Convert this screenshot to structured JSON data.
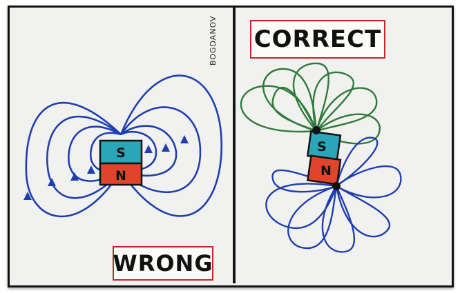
{
  "panels": {
    "left": {
      "label": "WRONG",
      "magnet": {
        "top_pole": "S",
        "bottom_pole": "N"
      }
    },
    "right": {
      "label": "CORRECT",
      "magnet": {
        "top_pole": "S",
        "bottom_pole": "N"
      }
    }
  },
  "signature": "BOGDANOV",
  "colors": {
    "south_pole": "#2aa6b8",
    "north_pole": "#e0452c",
    "field_line_blue": "#1f3fb0",
    "field_line_green": "#2f7a3a",
    "label_border": "#c1272d"
  }
}
